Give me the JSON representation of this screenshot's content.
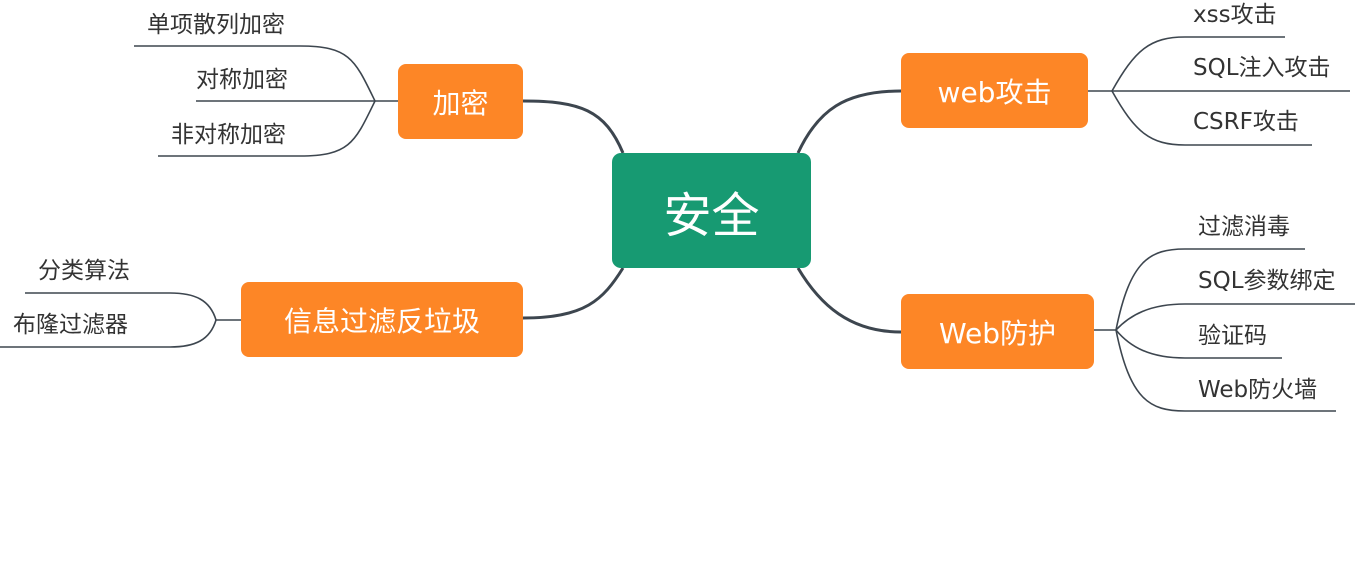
{
  "root": {
    "label": "安全"
  },
  "branches": {
    "encryption": {
      "label": "加密",
      "children": [
        "单项散列加密",
        "对称加密",
        "非对称加密"
      ]
    },
    "web_attack": {
      "label": "web攻击",
      "children": [
        "xss攻击",
        "SQL注入攻击",
        "CSRF攻击"
      ]
    },
    "spam_filter": {
      "label": "信息过滤反垃圾",
      "children": [
        "分类算法",
        "布隆过滤器"
      ]
    },
    "web_protection": {
      "label": "Web防护",
      "children": [
        "过滤消毒",
        "SQL参数绑定",
        "验证码",
        "Web防火墙"
      ]
    }
  },
  "colors": {
    "root": "#179a72",
    "branch": "#fd8626",
    "line": "#3d464f",
    "text": "#333333"
  }
}
